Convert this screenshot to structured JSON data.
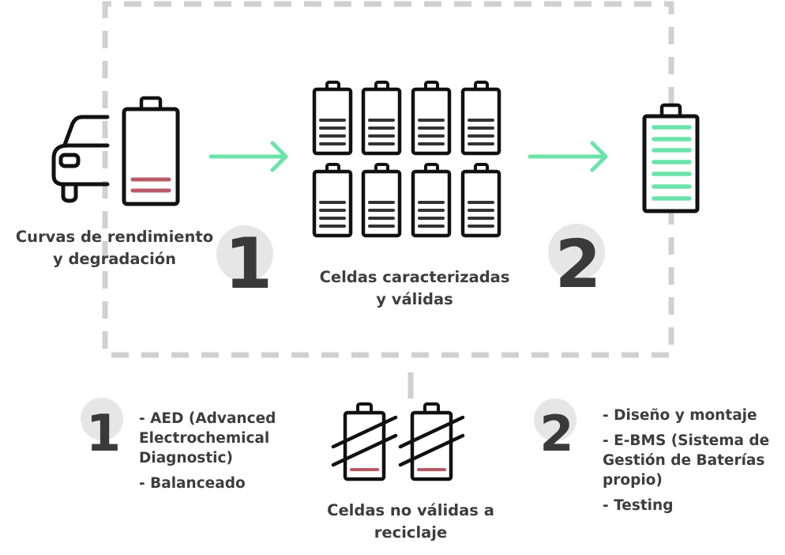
{
  "colors": {
    "dash": "#d0d0d0",
    "circle_bg": "#e6e6e6",
    "outline": "#111111",
    "arrow": "#6be3a8",
    "good_bar": "#6be3a8",
    "bad_bar": "#b85a67",
    "neutral_bar": "#333333",
    "text": "#3d3d3d"
  },
  "stages": {
    "source": {
      "icons": [
        "car-icon",
        "low-battery-icon"
      ],
      "caption_line1": "Curvas de rendimiento",
      "caption_line2": "y degradación"
    },
    "step1_badge": "1",
    "validated": {
      "icon": "battery-grid-icon",
      "cell_count": 8,
      "caption_line1": "Celdas caracterizadas",
      "caption_line2": "y válidas"
    },
    "step2_badge": "2",
    "pack": {
      "icon": "full-battery-icon"
    },
    "recycle": {
      "icon": "crossed-battery-icon",
      "cell_count": 2,
      "caption_line1": "Celdas no válidas a",
      "caption_line2": "reciclaje"
    }
  },
  "legend": {
    "step1": {
      "badge": "1",
      "items": [
        "- AED (Advanced Electrochemical Diagnostic)",
        "- Balanceado"
      ],
      "item1_line1": "- AED (Advanced",
      "item1_line2": "Electrochemical",
      "item1_line3": "Diagnostic)",
      "item2": "- Balanceado"
    },
    "step2": {
      "badge": "2",
      "items": [
        "- Diseño y montaje",
        "- E-BMS (Sistema de Gestión de Baterías propio)",
        "- Testing"
      ],
      "item1": "- Diseño y montaje",
      "item2_line1": "- E-BMS (Sistema de",
      "item2_line2": "Gestión de Baterías",
      "item2_line3": "propio)",
      "item3": "- Testing"
    }
  }
}
